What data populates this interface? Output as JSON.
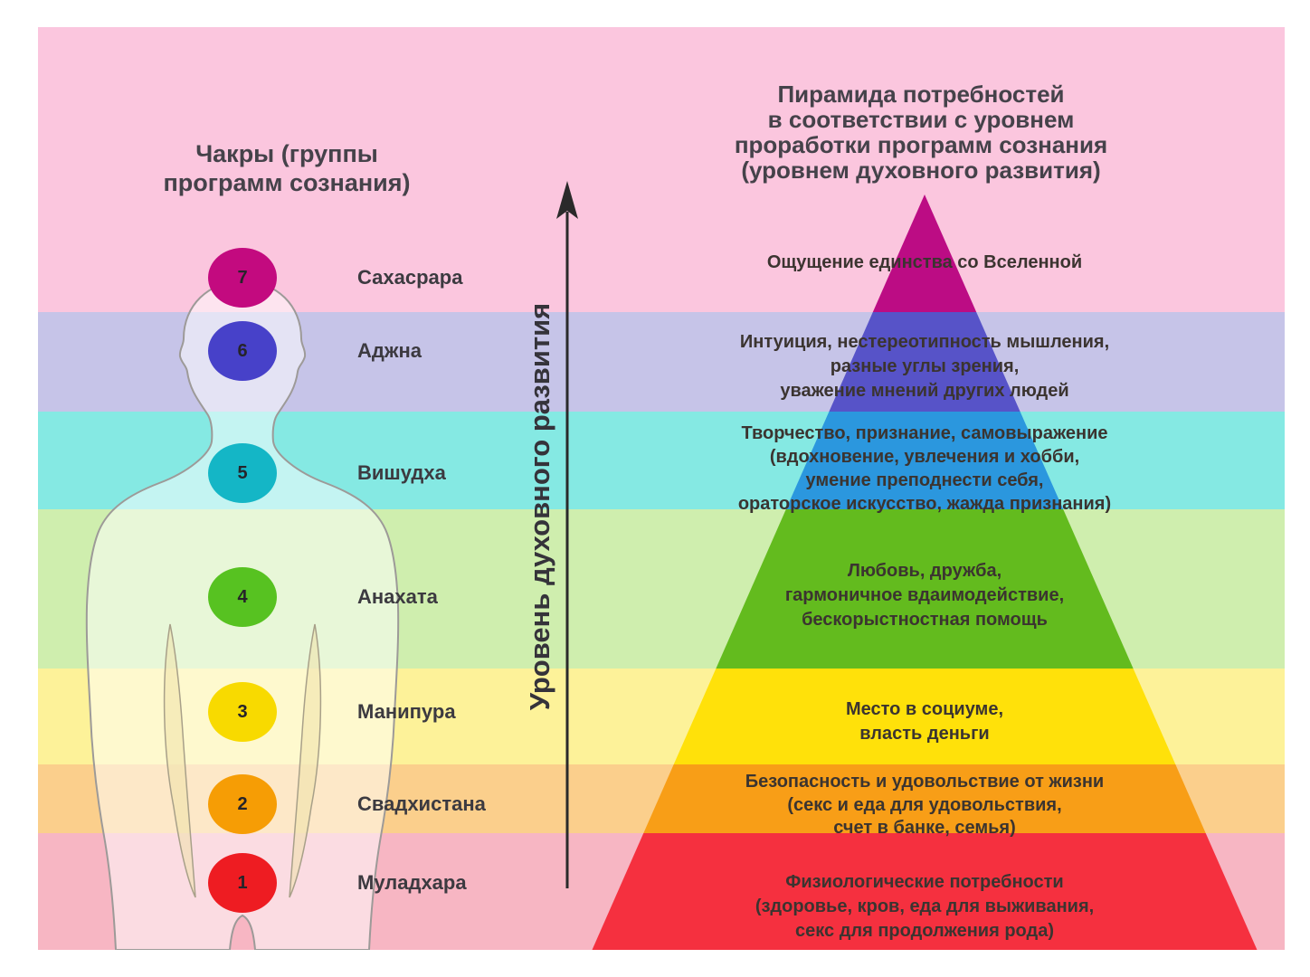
{
  "left": {
    "title_lines": [
      "Чакры (группы",
      "программ сознания)"
    ],
    "chakras": [
      {
        "num": "7",
        "name": "Сахасрара",
        "color": "#c30a7f"
      },
      {
        "num": "6",
        "name": "Аджна",
        "color": "#4741c9"
      },
      {
        "num": "5",
        "name": "Вишудха",
        "color": "#14b6c6"
      },
      {
        "num": "4",
        "name": "Анахата",
        "color": "#57c221"
      },
      {
        "num": "3",
        "name": "Манипура",
        "color": "#f8da00"
      },
      {
        "num": "2",
        "name": "Свадхистана",
        "color": "#f69d05"
      },
      {
        "num": "1",
        "name": "Муладхара",
        "color": "#ee1c22"
      }
    ]
  },
  "axis": {
    "label": "Уровень духовного развития",
    "arrow_color": "#2a2a2a"
  },
  "pyramid": {
    "title_lines": [
      "Пирамида потребностей",
      "в соответствии с уровнем",
      "проработки программ сознания",
      "(уровнем духовного развития)"
    ],
    "levels": [
      {
        "color": "#bc0c84",
        "band_color": "#fbc6de",
        "lines": [
          "Ощущение единства со Вселенной"
        ]
      },
      {
        "color": "#5753c8",
        "band_color": "#c6c4e8",
        "lines": [
          "Интуиция, нестереотипность мышления,",
          "разные углы зрения,",
          "уважение мнений других людей"
        ]
      },
      {
        "color": "#2b97de",
        "band_color": "#85e9e3",
        "lines": [
          "Творчество, признание, самовыражение",
          "(вдохновение, увлечения и хобби,",
          "умение преподнести себя,",
          "ораторское искусство, жажда признания)"
        ]
      },
      {
        "color": "#63bb1e",
        "band_color": "#cfeeae",
        "lines": [
          "Любовь, дружба,",
          "гармоничное вдаимодействие,",
          "бескорыстностная помощь"
        ]
      },
      {
        "color": "#ffe10a",
        "band_color": "#fdf299",
        "lines": [
          "Место в социуме,",
          "власть деньги"
        ]
      },
      {
        "color": "#f89e17",
        "band_color": "#fbcf8c",
        "lines": [
          "Безопасность и удовольствие от жизни",
          "(секс и еда для удовольствия,",
          "счет в банке, семья)"
        ]
      },
      {
        "color": "#f5303f",
        "band_color": "#f7b6c3",
        "lines": [
          "Физиологические потребности",
          "(здоровье, кров, еда для выживания,",
          "секс для продолжения рода)"
        ]
      }
    ]
  }
}
